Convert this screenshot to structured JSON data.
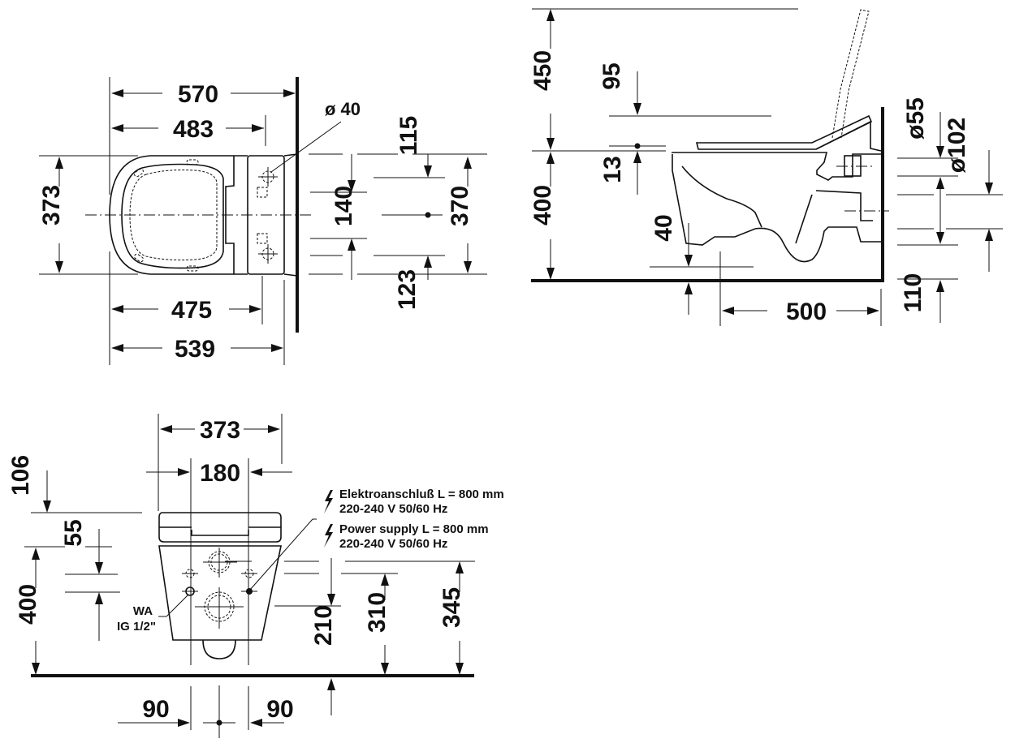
{
  "drawing": {
    "subject": "Wall-hung toilet with shower-toilet seat, technical dimension drawing",
    "units": "mm",
    "views": {
      "top_view": {
        "name": "Plan view",
        "dimensions": {
          "overall_length_with_seat": "570",
          "length_483": "483",
          "bowl_length_475": "475",
          "bowl_length_539": "539",
          "width": "373",
          "fixing_hole_diameter": "ø 40",
          "offset_115": "115",
          "offset_140": "140",
          "offset_123": "123",
          "fixing_spacing_370": "370"
        }
      },
      "side_view": {
        "name": "Side elevation",
        "dimensions": {
          "lid_open_height": "450",
          "seat_offset_95": "95",
          "seat_thickness_13": "13",
          "rim_height": "400",
          "bottom_clearance_40": "40",
          "projection": "500",
          "inlet_diameter": "ø55",
          "outlet_diameter": "ø102",
          "outlet_height": "110"
        }
      },
      "front_view": {
        "name": "Rear / front elevation",
        "dimensions": {
          "width": "373",
          "fixing_spacing": "180",
          "seat_height_106": "106",
          "offset_55": "55",
          "rim_height": "400",
          "height_210": "210",
          "height_310": "310",
          "height_345": "345",
          "offset_left_90": "90",
          "offset_right_90": "90"
        },
        "water_connection": {
          "line1": "WA",
          "line2": "IG 1/2\""
        },
        "power_notes": [
          {
            "icon": "lightning-bolt-icon",
            "line1": "Elektroanschluß L = 800 mm",
            "line2": "220-240 V  50/60 Hz"
          },
          {
            "icon": "lightning-bolt-icon",
            "line1": "Power supply L = 800 mm",
            "line2": "220-240 V  50/60 Hz"
          }
        ]
      }
    }
  }
}
